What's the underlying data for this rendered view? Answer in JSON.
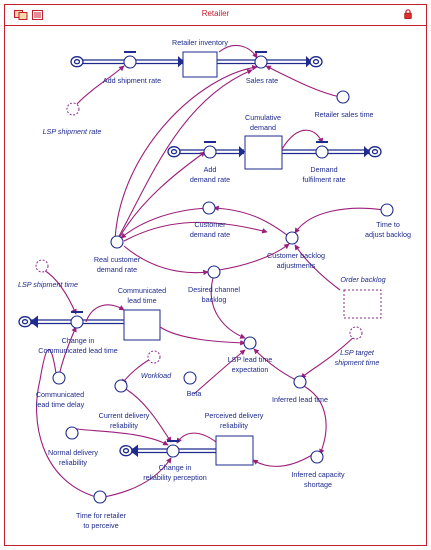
{
  "window": {
    "title": "Retailer"
  },
  "stocks": {
    "retailer_inventory": "Retailer inventory",
    "cumulative_demand": [
      "Cumulative",
      "demand"
    ],
    "communicated_lead_time": [
      "Communicated",
      "lead time"
    ],
    "perceived_delivery_reliability": [
      "Perceived delivery",
      "reliability"
    ],
    "order_backlog": "Order backlog"
  },
  "flows": {
    "add_shipment_rate": "Add shipment rate",
    "sales_rate": "Sales rate",
    "add_demand_rate": [
      "Add",
      "demand rate"
    ],
    "demand_fulfilment_rate": [
      "Demand",
      "fulfilment rate"
    ],
    "change_in_communicated_lead_time": [
      "Change in",
      "Communicated lead time"
    ],
    "change_in_reliability_perception": [
      "Change in",
      "reliability perception"
    ]
  },
  "variables": {
    "retailer_sales_time": "Retailer sales time",
    "lsp_shipment_rate": "LSP shipment rate",
    "customer_demand_rate": [
      "Customer",
      "demand rate"
    ],
    "time_to_adjust_backlog": [
      "Time to",
      "adjust backlog"
    ],
    "real_customer_demand_rate": [
      "Real customer",
      "demand rate"
    ],
    "customer_backlog_adjustments": [
      "Customer backlog",
      "adjustments"
    ],
    "desired_channel_backlog": [
      "Desired channel",
      "backlog"
    ],
    "lsp_shipment_time": "LSP shipment time",
    "lsp_lead_time_expectation": [
      "LSP lead time",
      "expectation"
    ],
    "lsp_target_shipment_time": [
      "LSP target",
      "shipment time"
    ],
    "beta": "Beta",
    "inferred_lead_time": "Inferred lead time",
    "workload": "Workload",
    "communicated_lead_time_delay": [
      "Communicated",
      "lead time delay"
    ],
    "current_delivery_reliability": [
      "Current delivery",
      "reliability"
    ],
    "normal_delivery_reliability": [
      "Normal delivery",
      "reliability"
    ],
    "inferred_capacity_shortage": [
      "Inferred capacity",
      "shortage"
    ],
    "time_for_retailer_to_perceive": [
      "Time for retailer",
      "to perceive"
    ]
  },
  "colors": {
    "frame": "#c21f2e",
    "flow": "#1e2a8c",
    "link": "#9b1e7a",
    "text": "#1e2a8c",
    "ghost": "#8a2a8a"
  },
  "icons": [
    "two-windows-icon",
    "document-icon",
    "lock-icon",
    "cloud-icon"
  ]
}
